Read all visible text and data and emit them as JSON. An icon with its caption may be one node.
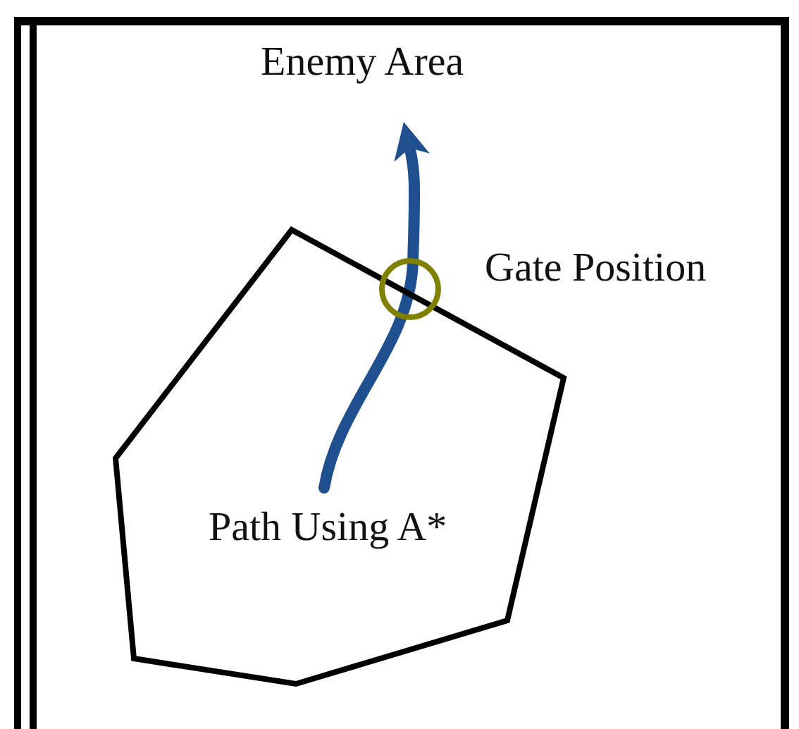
{
  "diagram": {
    "nodes": [
      {
        "text": [
          "Enemy Area"
        ]
      },
      {
        "text": [],
        "shape": "polygon"
      },
      {
        "text": [
          "Path Using A*"
        ],
        "in": 1
      }
    ],
    "edges": [
      {
        "from": 2,
        "to": 0,
        "arrow": "to"
      }
    ],
    "labels": [
      "Gate Position"
    ]
  }
}
